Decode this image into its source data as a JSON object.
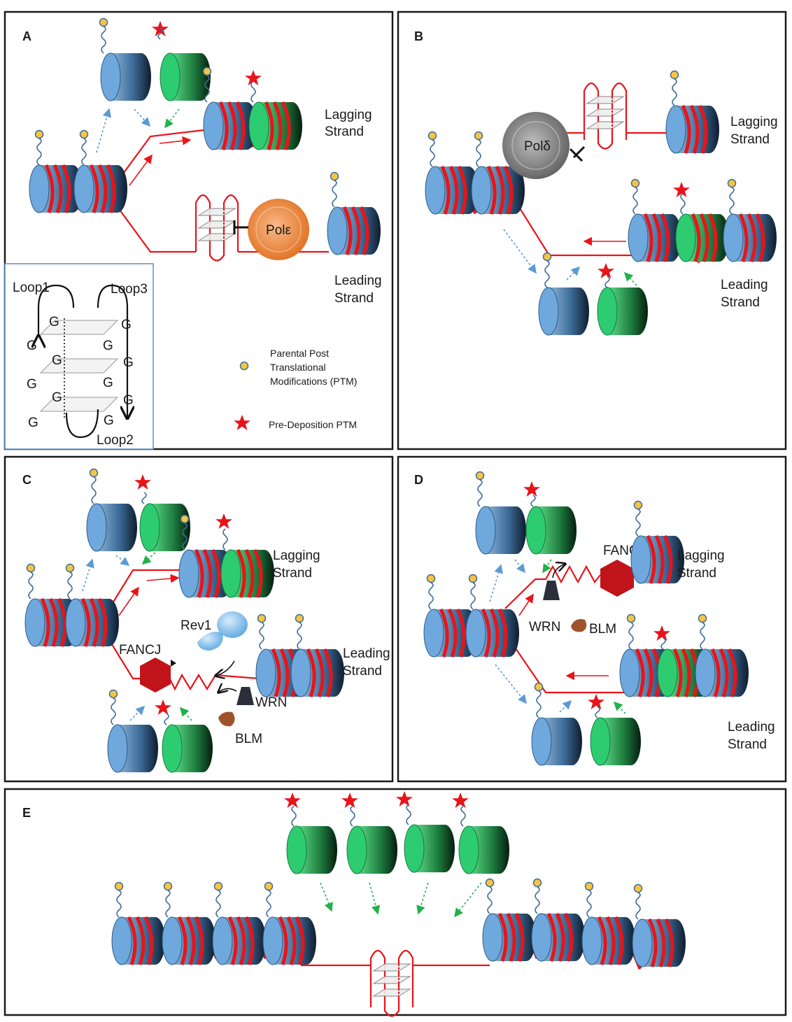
{
  "panels": {
    "a": {
      "letter": "A"
    },
    "b": {
      "letter": "B"
    },
    "c": {
      "letter": "C"
    },
    "d": {
      "letter": "D"
    },
    "e": {
      "letter": "E"
    }
  },
  "labels": {
    "lagging_l1": "Lagging",
    "lagging_l2": "Strand",
    "leading_l1": "Leading",
    "leading_l2": "Strand"
  },
  "enzymes": {
    "pol_epsilon": "Polε",
    "pol_delta": "Polδ",
    "fancj": "FANCJ",
    "rev1": "Rev1",
    "wrn": "WRN",
    "blm": "BLM"
  },
  "inset": {
    "loop1": "Loop1",
    "loop2": "Loop2",
    "loop3": "Loop3",
    "g": "G"
  },
  "legend": {
    "ptm_l1": "Parental Post",
    "ptm_l2": "Translational",
    "ptm_l3": "Modifications (PTM)",
    "predeposition": "Pre-Deposition PTM"
  },
  "colors": {
    "parental_nucleosome": "#5b9bd5",
    "new_nucleosome": "#22c55e",
    "dna": "#e8141a",
    "pol_epsilon": "#f0883a",
    "pol_delta": "#8a8a8a",
    "fancj": "#c0141a",
    "rev1": "#7db8e8",
    "wrn": "#2a2f3a",
    "blm": "#a0522d"
  }
}
